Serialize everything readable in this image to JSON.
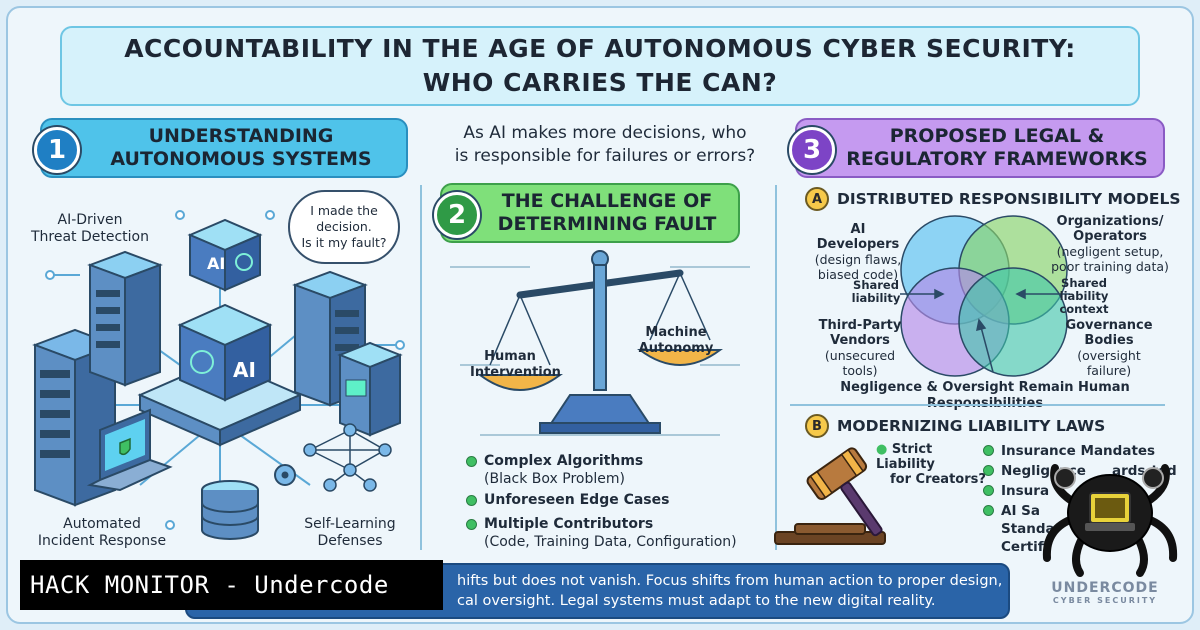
{
  "title": {
    "line1": "ACCOUNTABILITY IN THE AGE OF AUTONOMOUS CYBER SECURITY:",
    "line2": "WHO CARRIES THE CAN?"
  },
  "question": {
    "line1": "As AI makes more decisions, who",
    "line2": "is responsible for failures or errors?"
  },
  "section1": {
    "number": "1",
    "title_line1": "UNDERSTANDING",
    "title_line2": "AUTONOMOUS SYSTEMS",
    "label_threat_line1": "AI-Driven",
    "label_threat_line2": "Threat Detection",
    "bubble_line1": "I made the",
    "bubble_line2": "decision.",
    "bubble_line3": "Is it my fault?",
    "ai_chip_top": "AI",
    "ai_chip_main": "AI",
    "label_incident_line1": "Automated",
    "label_incident_line2": "Incident Response",
    "label_learning_line1": "Self-Learning",
    "label_learning_line2": "Defenses"
  },
  "section2": {
    "number": "2",
    "title_line1": "THE CHALLENGE OF",
    "title_line2": "DETERMINING FAULT",
    "scale_left_line1": "Human",
    "scale_left_line2": "Intervention",
    "scale_right_line1": "Machine",
    "scale_right_line2": "Autonomy",
    "bullets": [
      {
        "bold": "Complex Algorithms",
        "sub": "(Black Box Problem)"
      },
      {
        "bold": "Unforeseen Edge Cases",
        "sub": ""
      },
      {
        "bold": "Multiple Contributors",
        "sub": "(Code, Training Data, Configuration)"
      }
    ]
  },
  "section3": {
    "number": "3",
    "title_line1": "PROPOSED LEGAL &",
    "title_line2": "REGULATORY FRAMEWORKS",
    "subA": {
      "badge": "A",
      "title": "DISTRIBUTED RESPONSIBILITY MODELS",
      "ai_dev_line1": "AI Developers",
      "ai_dev_line2": "(design flaws,",
      "ai_dev_line3": "biased code)",
      "org_line1": "Organizations/",
      "org_line2": "Operators",
      "org_line3": "(negligent setup,",
      "org_line4": "poor training data)",
      "shared_left_line1": "Shared",
      "shared_left_line2": "liability",
      "shared_right_line1": "Shared",
      "shared_right_line2": "liability",
      "shared_right_line3": "context",
      "third_line1": "Third-Party",
      "third_line2": "Vendors",
      "third_line3": "(unsecured tools)",
      "gov_line1": "Governance",
      "gov_line2": "Bodies",
      "gov_line3": "(oversight failure)",
      "note": "Negligence & Oversight Remain Human Responsibilities"
    },
    "subB": {
      "badge": "B",
      "title": "MODERNIZING LIABILITY LAWS",
      "strict_line1": "Strict Liability",
      "strict_line2": "for Creators?",
      "items": [
        "Insurance Mandates",
        "Negligence",
        "Insura",
        "AI Sa"
      ],
      "tail1": "ards",
      "tail2": "ted",
      "standards_line1": "Standar",
      "standards_line2": "Certifi"
    }
  },
  "footer": {
    "line1": "hifts but does not vanish. Focus shifts from human action to proper design,",
    "line2": "cal oversight. Legal systems must adapt to the new digital reality."
  },
  "banner": "HACK MONITOR - Undercode",
  "logo": {
    "text": "UNDERCODE",
    "sub": "CYBER SECURITY"
  },
  "colors": {
    "section1": "#4fc3ea",
    "section2": "#7fe07a",
    "section3": "#c59af0",
    "footer": "#2a64a8",
    "venn_blue": "#59c0f0",
    "venn_green": "#8ad46a",
    "venn_purple": "#b58ae8",
    "venn_teal": "#3fc6a8"
  }
}
